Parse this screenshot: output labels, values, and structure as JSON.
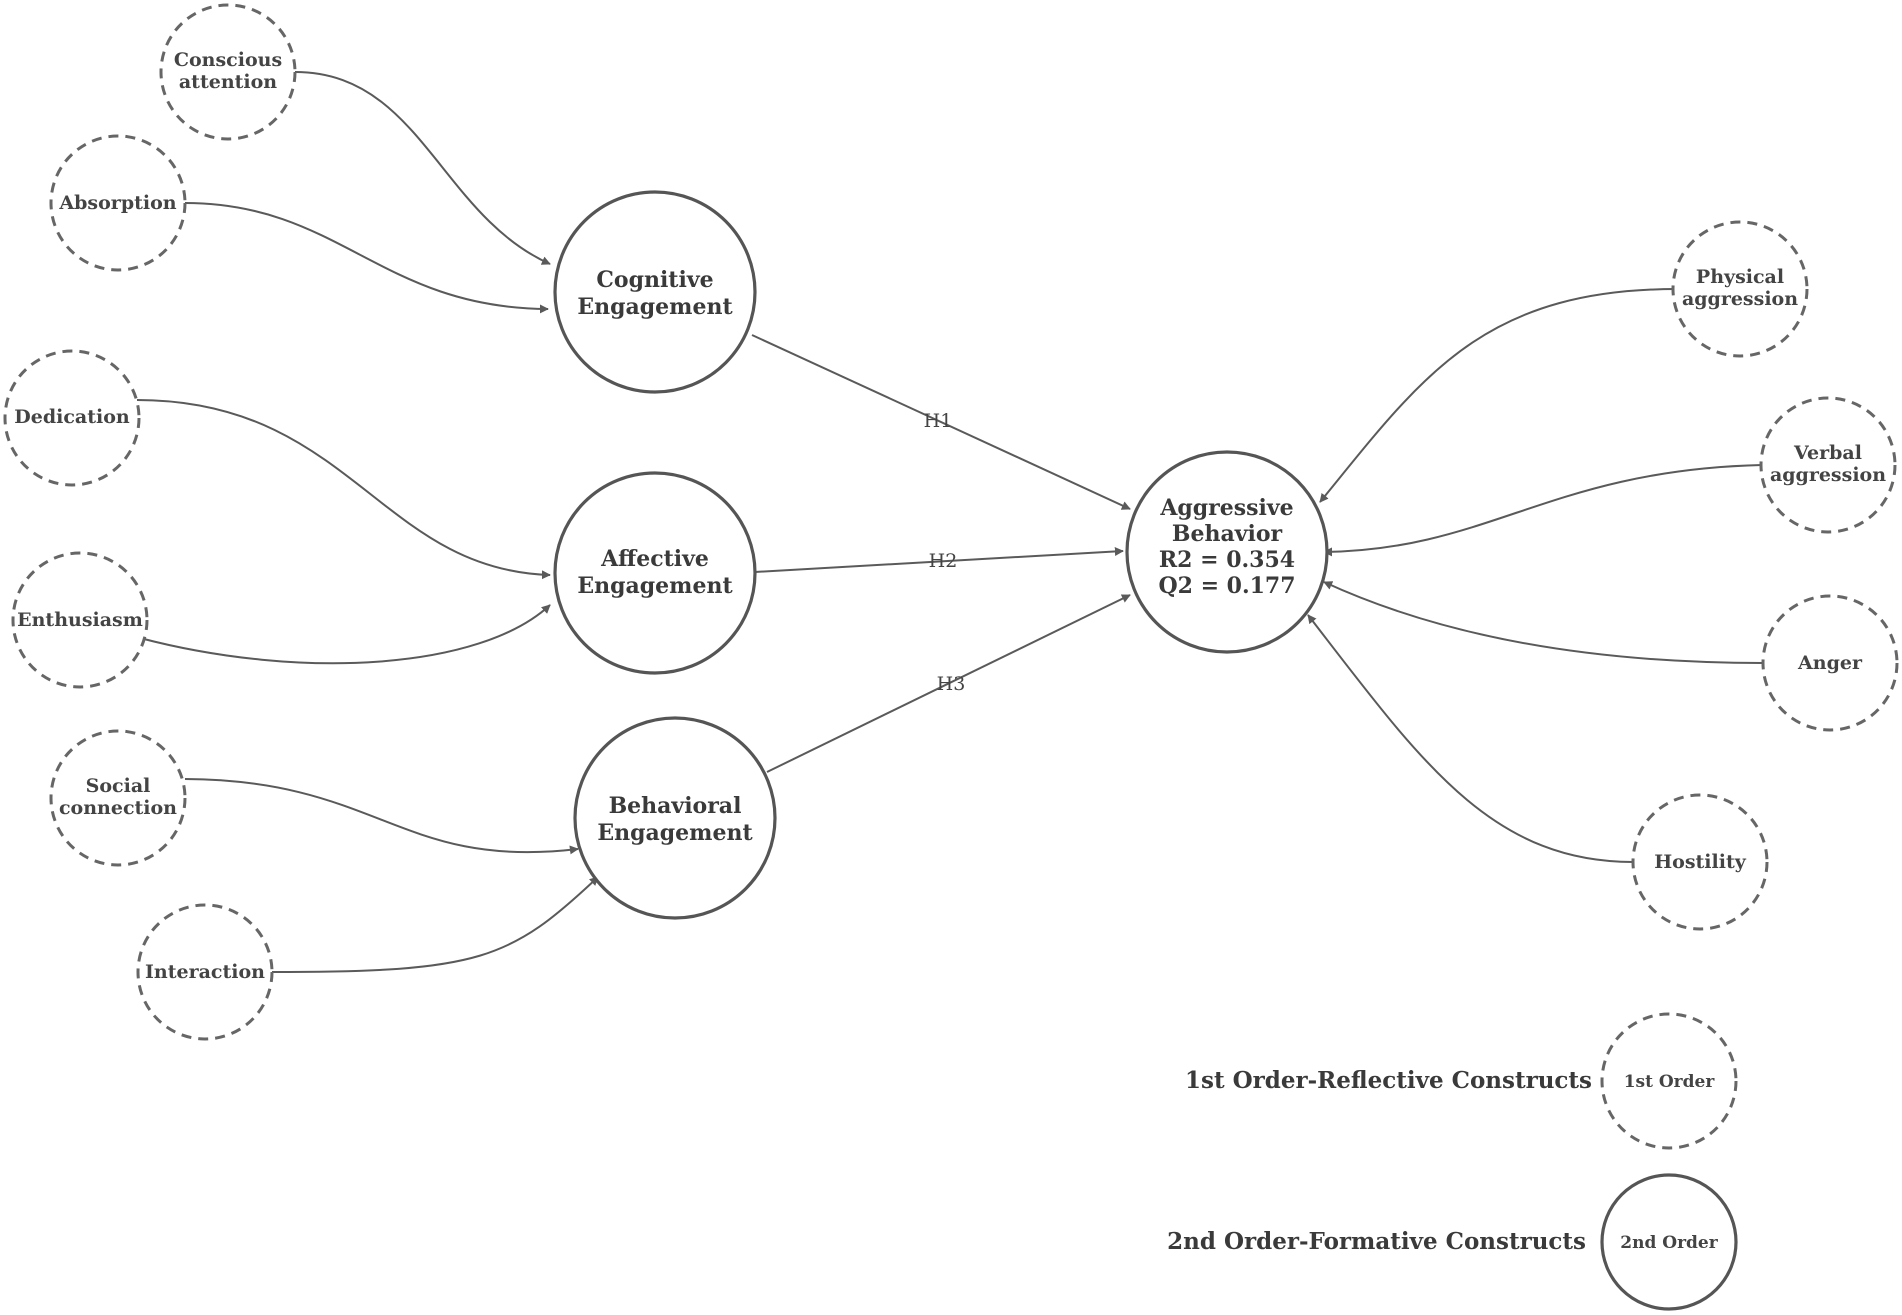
{
  "first_order": {
    "conscious_attention": [
      "Conscious",
      "attention"
    ],
    "absorption": [
      "Absorption"
    ],
    "dedication": [
      "Dedication"
    ],
    "enthusiasm": [
      "Enthusiasm"
    ],
    "social_connection": [
      "Social",
      "connection"
    ],
    "interaction": [
      "Interaction"
    ],
    "physical_aggression": [
      "Physical",
      "aggression"
    ],
    "verbal_aggression": [
      "Verbal",
      "aggression"
    ],
    "anger": [
      "Anger"
    ],
    "hostility": [
      "Hostility"
    ]
  },
  "second_order": {
    "cognitive": [
      "Cognitive",
      "Engagement"
    ],
    "affective": [
      "Affective",
      "Engagement"
    ],
    "behavioral": [
      "Behavioral",
      "Engagement"
    ]
  },
  "outcome": {
    "lines": [
      "Aggressive",
      "Behavior",
      "R2 = 0.354",
      "Q2 = 0.177"
    ]
  },
  "hypotheses": {
    "h1": "H1",
    "h2": "H2",
    "h3": "H3"
  },
  "legend": {
    "first_label": "1st Order-Reflective Constructs",
    "first_circle": "1st Order",
    "second_label": "2nd Order-Formative Constructs",
    "second_circle": "2nd Order"
  }
}
